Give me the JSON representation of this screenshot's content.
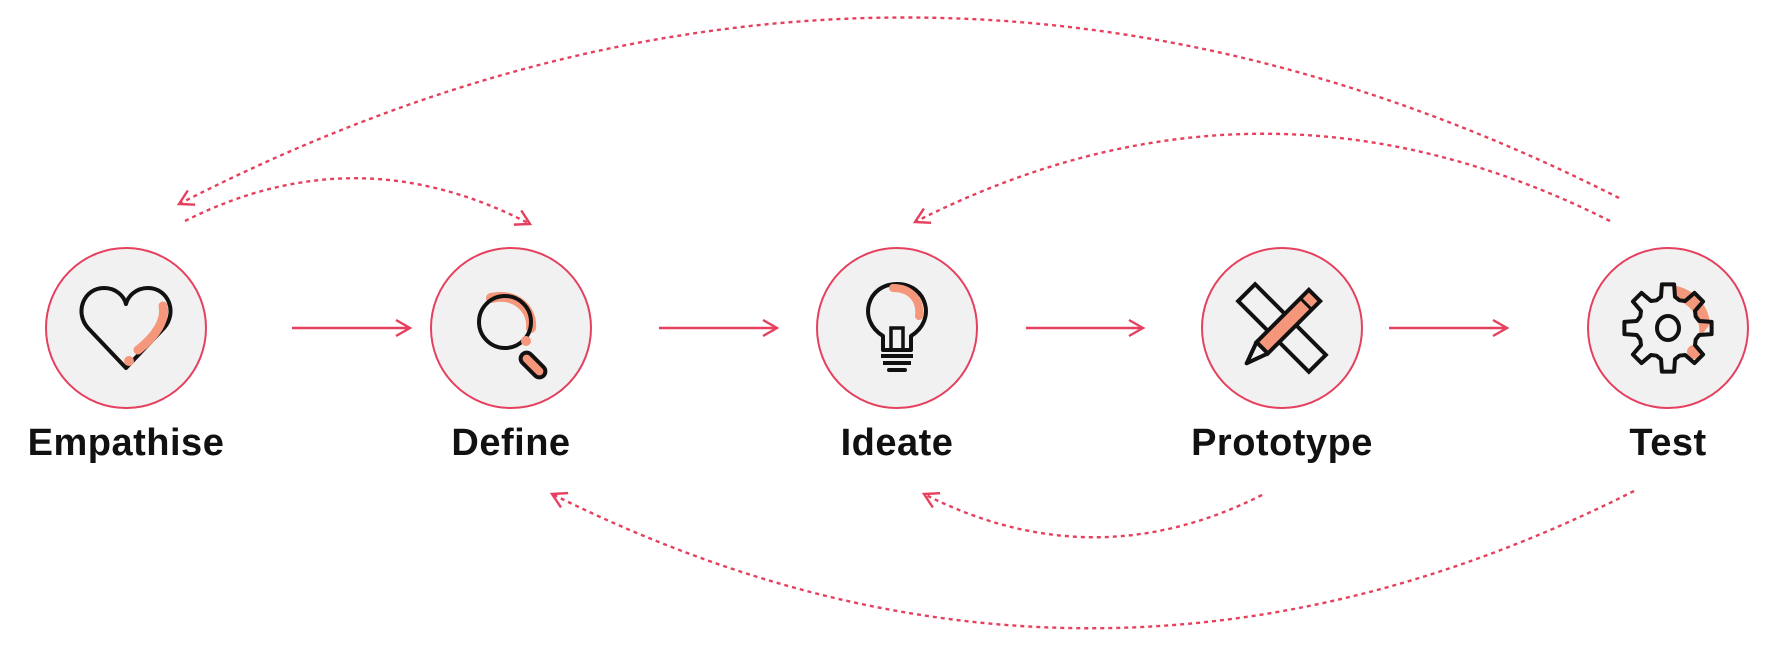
{
  "colors": {
    "accent": "#e5405e",
    "circle_fill": "#f1f1f1",
    "icon_highlight": "#f4977a",
    "icon_stroke": "#111111"
  },
  "stages": [
    {
      "label": "Empathise",
      "icon": "heart-icon"
    },
    {
      "label": "Define",
      "icon": "magnifier-icon"
    },
    {
      "label": "Ideate",
      "icon": "lightbulb-icon"
    },
    {
      "label": "Prototype",
      "icon": "ruler-pencil-icon"
    },
    {
      "label": "Test",
      "icon": "gear-icon"
    }
  ],
  "flow_arrows": [
    {
      "from": "Empathise",
      "to": "Define",
      "style": "solid"
    },
    {
      "from": "Define",
      "to": "Ideate",
      "style": "solid"
    },
    {
      "from": "Ideate",
      "to": "Prototype",
      "style": "solid"
    },
    {
      "from": "Prototype",
      "to": "Test",
      "style": "solid"
    }
  ],
  "loop_arrows": [
    {
      "from": "Test",
      "to": "Empathise",
      "style": "dotted",
      "side": "top"
    },
    {
      "from": "Empathise",
      "to": "Define",
      "style": "dotted",
      "side": "top"
    },
    {
      "from": "Test",
      "to": "Ideate",
      "style": "dotted",
      "side": "top"
    },
    {
      "from": "Prototype",
      "to": "Ideate",
      "style": "dotted",
      "side": "bottom"
    },
    {
      "from": "Test",
      "to": "Define",
      "style": "dotted",
      "side": "bottom"
    }
  ]
}
